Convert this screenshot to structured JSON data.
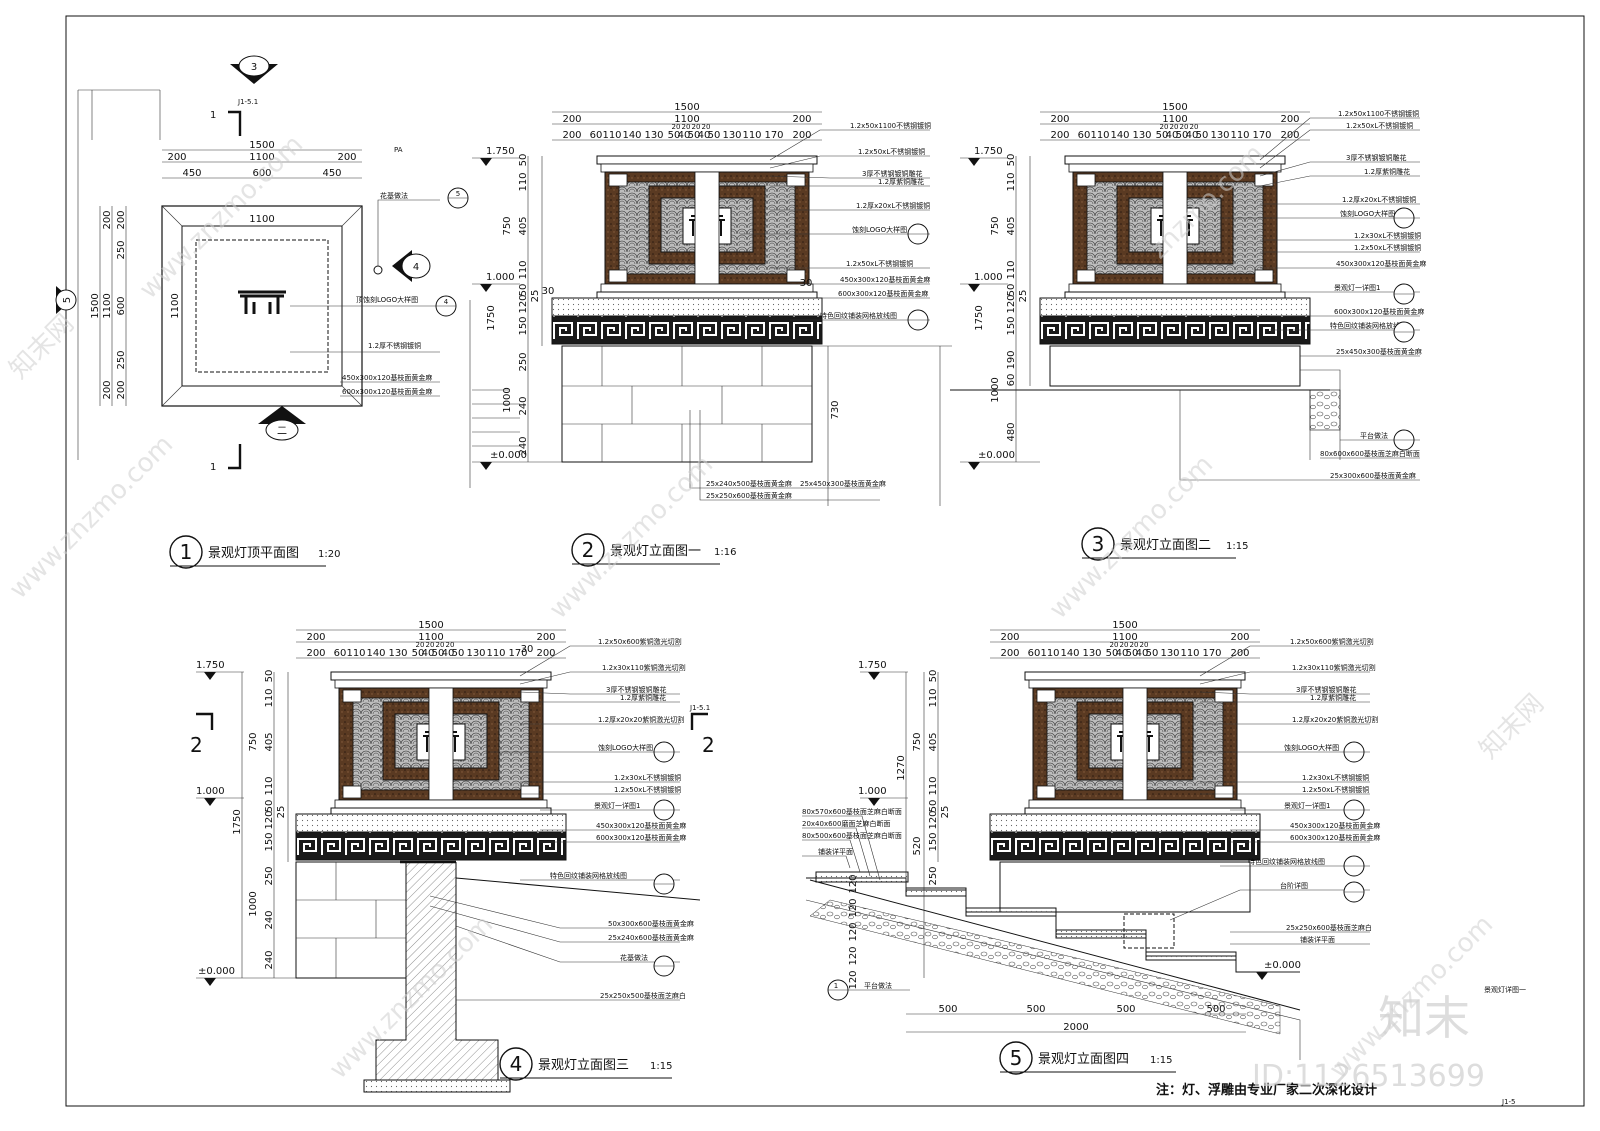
{
  "sheet": {
    "id_text": "ID:1126513699",
    "brand": "知末",
    "sheet_no": "J1-5",
    "note": "注：灯、浮雕由专业厂家二次深化设计"
  },
  "watermarks": [
    "www.znzmo.com",
    "知末网",
    "znzmo.com"
  ],
  "views": [
    {
      "num": "1",
      "title": "景观灯顶平面图",
      "scale": "1:20",
      "dims_top": [
        "1500",
        "200",
        "1100",
        "200"
      ],
      "dims_top2": [
        "450",
        "600",
        "450"
      ],
      "inner_width": "1100",
      "dims_left": [
        "1500",
        "1100",
        "600",
        "200",
        "200",
        "250",
        "250",
        "200",
        "200"
      ],
      "inner_height": "1100",
      "labels": [
        "花基做法",
        "顶蚀刻LOGO大样图",
        "1.2厚不锈钢镀铜",
        "450x300x120基枝面黄金麻",
        "600x300x120基枝面黄金麻"
      ],
      "markers": [
        "3",
        "4",
        "二",
        "1",
        "5",
        "J1-5.1",
        "PA"
      ]
    },
    {
      "num": "2",
      "title": "景观灯立面图一",
      "scale": "1:16",
      "dims_top": [
        "1500",
        "200",
        "1100",
        "200",
        "200",
        "60",
        "110",
        "140",
        "130",
        "50",
        "40",
        "50",
        "40",
        "50",
        "130",
        "110",
        "170",
        "200",
        "20",
        "20",
        "20",
        "20"
      ],
      "elevations": [
        "1.750",
        "1.000",
        "±0.000"
      ],
      "dims_side": [
        "50",
        "110",
        "405",
        "750",
        "110",
        "50",
        "120",
        "25",
        "150",
        "1750",
        "250",
        "1000",
        "240",
        "240",
        "30",
        "30",
        "730"
      ],
      "labels": [
        "1.2x50x1100不锈钢镀铜",
        "1.2x50xL不锈钢镀铜",
        "3厚不锈钢镀铜雕花",
        "1.2厚紫铜雕花",
        "1.2厚x20xL不锈钢镀铜",
        "蚀刻LOGO大样图",
        "1.2x50xL不锈钢镀铜",
        "450x300x120基枝面黄金麻",
        "600x300x120基枝面黄金麻",
        "特色回纹铺装网格放线图",
        "25x240x500基枝面黄金麻",
        "25x250x600基枝面黄金麻",
        "25x450x300基枝面黄金麻"
      ]
    },
    {
      "num": "3",
      "title": "景观灯立面图二",
      "scale": "1:15",
      "dims_top": [
        "1500",
        "200",
        "1100",
        "200",
        "200",
        "60",
        "110",
        "140",
        "130",
        "50",
        "40",
        "50",
        "40",
        "50",
        "130",
        "110",
        "170",
        "200",
        "20",
        "20",
        "20",
        "20"
      ],
      "elevations": [
        "1.750",
        "1.000",
        "±0.000"
      ],
      "dims_side": [
        "50",
        "110",
        "405",
        "750",
        "110",
        "50",
        "120",
        "25",
        "150",
        "1750",
        "190",
        "60",
        "1000",
        "480"
      ],
      "labels": [
        "1.2x50x1100不锈钢镀铜",
        "1.2x50xL不锈钢镀铜",
        "3厚不锈钢镀铜雕花",
        "1.2厚紫铜雕花",
        "1.2厚x20xL不锈钢镀铜",
        "蚀刻LOGO大样图",
        "1.2x30xL不锈钢镀铜",
        "1.2x50xL不锈钢镀铜",
        "450x300x120基枝面黄金麻",
        "景观灯一详图1",
        "600x300x120基枝面黄金麻",
        "特色回纹铺装网格放线图",
        "25x450x300基枝面黄金麻",
        "平台做法",
        "80x600x600基枝面芝麻白断面",
        "25x300x600基枝面黄金麻"
      ]
    },
    {
      "num": "4",
      "title": "景观灯立面图三",
      "scale": "1:15",
      "dims_top": [
        "1500",
        "200",
        "1100",
        "200",
        "200",
        "60",
        "110",
        "140",
        "130",
        "50",
        "40",
        "50",
        "40",
        "50",
        "130",
        "110",
        "170",
        "200",
        "20",
        "20",
        "20",
        "20",
        "30"
      ],
      "elevations": [
        "1.750",
        "1.000",
        "±0.000"
      ],
      "dims_side": [
        "50",
        "110",
        "405",
        "750",
        "110",
        "50",
        "120",
        "25",
        "150",
        "1750",
        "250",
        "1000",
        "240",
        "240"
      ],
      "labels": [
        "1.2x50x600紫铜激光切割",
        "1.2x30x110紫铜激光切割",
        "3厚不锈钢镀铜雕花",
        "1.2厚紫铜雕花",
        "1.2厚x20x20紫铜激光切割",
        "蚀刻LOGO大样图",
        "1.2x30xL不锈钢镀铜",
        "1.2x50xL不锈钢镀铜",
        "景观灯一详图1",
        "450x300x120基枝面黄金麻",
        "600x300x120基枝面黄金麻",
        "特色回纹铺装网格放线图",
        "50x300x600基枝面黄金麻",
        "25x240x600基枝面黄金麻",
        "花基做法",
        "25x250x500基枝面芝麻白"
      ],
      "markers": [
        "2",
        "2",
        "J1-5.1"
      ]
    },
    {
      "num": "5",
      "title": "景观灯立面图四",
      "scale": "1:15",
      "dims_top": [
        "1500",
        "200",
        "1100",
        "200",
        "200",
        "60",
        "110",
        "140",
        "130",
        "50",
        "40",
        "50",
        "40",
        "50",
        "130",
        "110",
        "170",
        "200",
        "20",
        "20",
        "20",
        "20"
      ],
      "elevations": [
        "1.750",
        "1.000",
        "±0.000"
      ],
      "dims_side": [
        "50",
        "110",
        "405",
        "750",
        "110",
        "50",
        "120",
        "25",
        "150",
        "1270",
        "520",
        "250",
        "120",
        "120",
        "120",
        "120",
        "120"
      ],
      "dims_bottom": [
        "500",
        "500",
        "500",
        "500",
        "2000"
      ],
      "labels": [
        "1.2x50x600紫铜激光切割",
        "1.2x30x110紫铜激光切割",
        "3厚不锈钢镀铜雕花",
        "1.2厚紫铜雕花",
        "1.2厚x20x20紫铜激光切割",
        "蚀刻LOGO大样图",
        "1.2x30xL不锈钢镀铜",
        "1.2x50xL不锈钢镀铜",
        "景观灯一详图1",
        "450x300x120基枝面黄金麻",
        "600x300x120基枝面黄金麻",
        "特色回纹铺装网格放线图",
        "台阶详图",
        "25x250x600基枝面芝麻白",
        "铺装详平面",
        "80x570x600基枝面芝麻白断面",
        "20x40x600磨面芝麻白断面",
        "80x500x600基枝面芝麻白断面",
        "铺装详平面",
        "平台做法",
        "景观灯详图一"
      ]
    }
  ]
}
